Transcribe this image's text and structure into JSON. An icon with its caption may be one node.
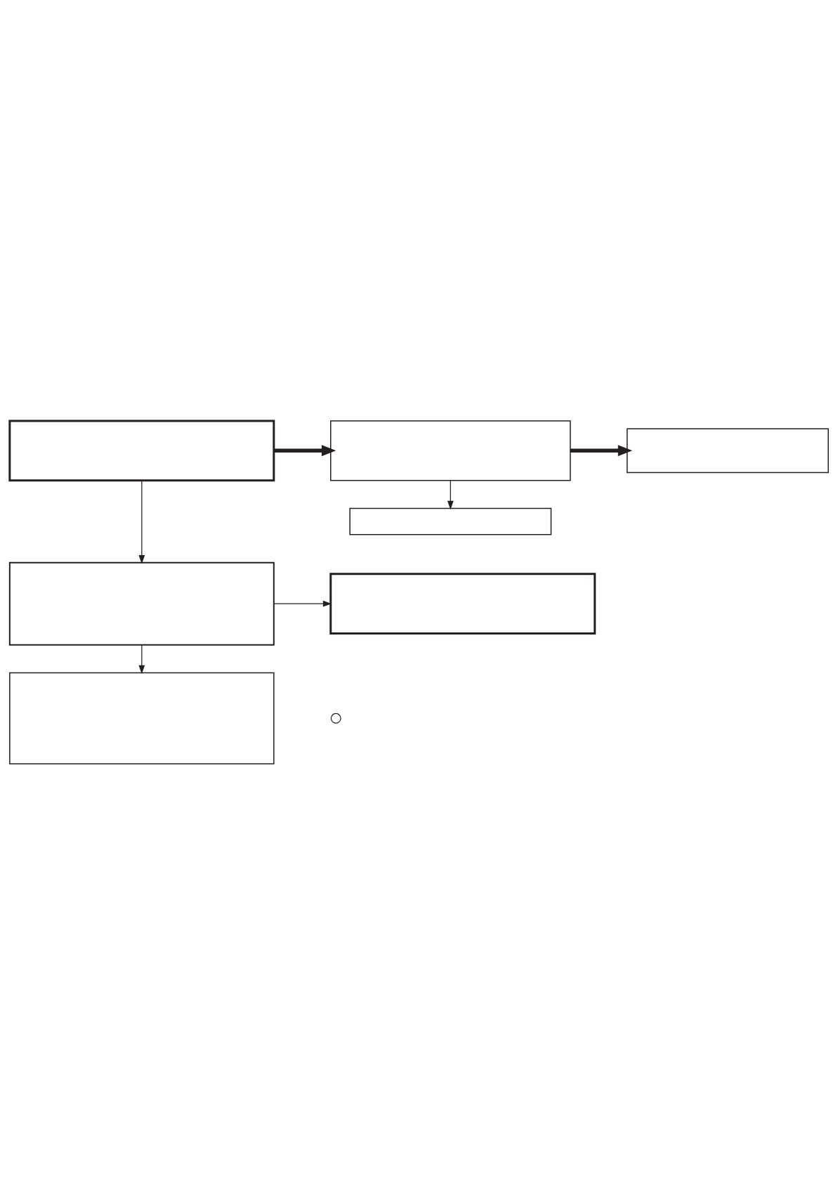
{
  "diagram": {
    "nodes": [
      {
        "text": [],
        "shape": "box"
      },
      {
        "text": [],
        "shape": "box"
      },
      {
        "text": [],
        "shape": "box"
      },
      {
        "text": [],
        "shape": "box"
      },
      {
        "text": [],
        "shape": "box"
      },
      {
        "text": [],
        "shape": "box"
      },
      {
        "text": [],
        "shape": "box"
      },
      {
        "text": [],
        "shape": "circle"
      }
    ],
    "edges": [
      {
        "from": 0,
        "to": 1,
        "arrow": "to",
        "style": "thick"
      },
      {
        "from": 1,
        "to": 2,
        "arrow": "to",
        "style": "thick"
      },
      {
        "from": 1,
        "to": 3,
        "arrow": "to"
      },
      {
        "from": 0,
        "to": 4,
        "arrow": "to"
      },
      {
        "from": 4,
        "to": 5,
        "arrow": "to"
      },
      {
        "from": 4,
        "to": 6,
        "arrow": "to"
      }
    ]
  }
}
